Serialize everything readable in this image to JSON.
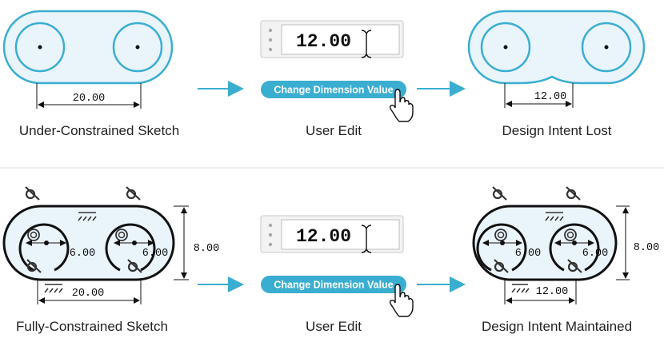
{
  "top_row": {
    "left_caption": "Under-Constrained Sketch",
    "mid_caption": "User Edit",
    "right_caption": "Design Intent Lost",
    "left_dimension": "20.00",
    "field_value": "12.00",
    "button_label": "Change Dimension Value",
    "right_dimension": "12.00"
  },
  "bottom_row": {
    "left_caption": "Fully-Constrained Sketch",
    "mid_caption": "User Edit",
    "right_caption": "Design Intent Maintained",
    "left_radius_1": "6.00",
    "left_radius_2": "6.00",
    "left_height": "8.00",
    "left_width": "20.00",
    "field_value": "12.00",
    "button_label": "Change Dimension Value",
    "right_radius_1": "6.00",
    "right_radius_2": "6.00",
    "right_height": "8.00",
    "right_width": "12.00"
  },
  "colors": {
    "accent": "#3aaed0",
    "sketch_fill": "#e9f4fb",
    "button": "#3aaed0",
    "constraint": "#111111"
  },
  "icons": [
    "arrow-right-icon",
    "text-cursor-icon",
    "hand-pointer-icon",
    "tangent-constraint-icon",
    "concentric-constraint-icon",
    "horizontal-constraint-icon",
    "drag-handle-icon"
  ]
}
